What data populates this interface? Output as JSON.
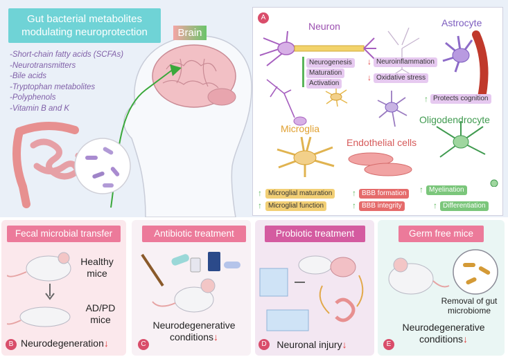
{
  "title": "Gut bacterial metabolites modulating neuroprotection",
  "brain_label": "Brain",
  "metabolites": [
    "-Short-chain fatty acids (SCFAs)",
    "-Neurotransmitters",
    "-Bile acids",
    "-Tryptophan metabolites",
    "-Polyphenols",
    "-Vitamin B and K"
  ],
  "panel_a": {
    "letter": "A",
    "neuron": "Neuron",
    "astrocyte": "Astrocyte",
    "microglia": "Microglia",
    "endothelial": "Endothelial cells",
    "oligodendrocyte": "Oligodendrocyte",
    "neuron_up": [
      "Neurogenesis",
      "Maturation",
      "Activation"
    ],
    "neuron_down": [
      "Neuroinflammation",
      "Oxidative stress"
    ],
    "astro_up": "Protects cognition",
    "microglia_up": [
      "Microglial maturation",
      "Microglial function"
    ],
    "endo_up": [
      "BBB formation",
      "BBB integrity"
    ],
    "oligo_up": [
      "Myelination",
      "Differentiation"
    ]
  },
  "panel_b": {
    "letter": "B",
    "title": "Fecal microbial transfer",
    "healthy": "Healthy mice",
    "disease": "AD/PD mice",
    "footer": "Neurodegeneration",
    "arrow": "↓"
  },
  "panel_c": {
    "letter": "C",
    "title": "Antibiotic treatment",
    "footer": "Neurodegenerative conditions",
    "arrow": "↓"
  },
  "panel_d": {
    "letter": "D",
    "title": "Probiotic treatment",
    "footer": "Neuronal injury",
    "arrow": "↓"
  },
  "panel_e": {
    "letter": "E",
    "title": "Germ free mice",
    "removal": "Removal of gut microbiome",
    "footer": "Neurodegenerative conditions",
    "arrow": "↓"
  },
  "colors": {
    "teal": "#6fd3d6",
    "pink": "#ec7a9a",
    "purple_text": "#8060a8",
    "red": "#e23a3a",
    "green": "#5ab55a"
  }
}
